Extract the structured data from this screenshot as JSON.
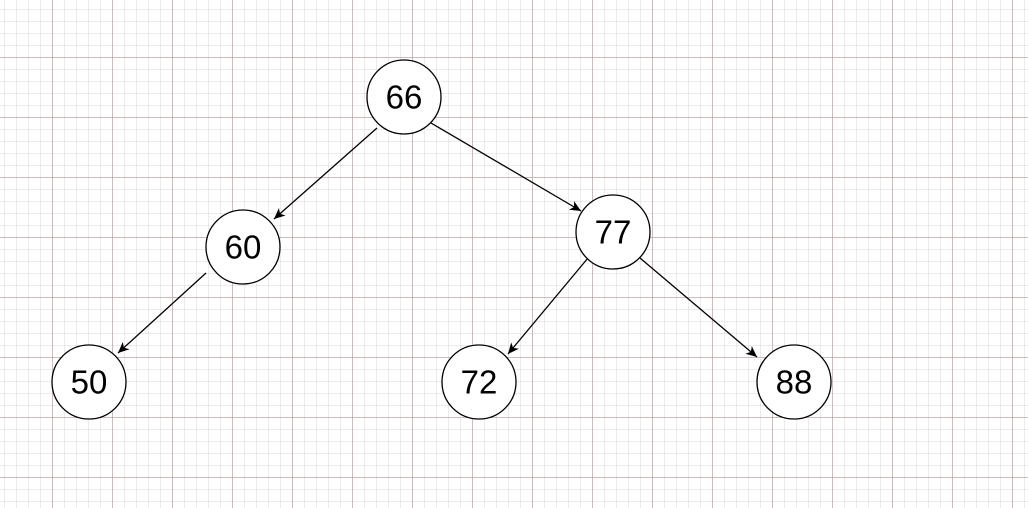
{
  "tree": {
    "nodes": [
      {
        "id": "n66",
        "label": "66"
      },
      {
        "id": "n60",
        "label": "60"
      },
      {
        "id": "n77",
        "label": "77"
      },
      {
        "id": "n50",
        "label": "50"
      },
      {
        "id": "n72",
        "label": "72"
      },
      {
        "id": "n88",
        "label": "88"
      }
    ],
    "edges": [
      {
        "from": "n66",
        "to": "n60"
      },
      {
        "from": "n66",
        "to": "n77"
      },
      {
        "from": "n60",
        "to": "n50"
      },
      {
        "from": "n77",
        "to": "n72"
      },
      {
        "from": "n77",
        "to": "n88"
      }
    ]
  },
  "colors": {
    "stroke": "#000000",
    "node_fill": "#ffffff",
    "grid_major": "#af9696",
    "grid_minor": "#d7d2d2"
  }
}
